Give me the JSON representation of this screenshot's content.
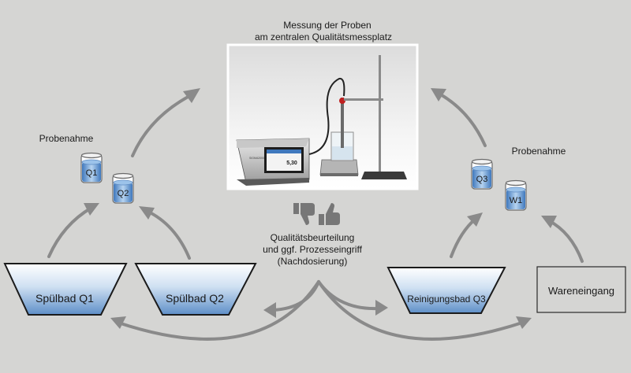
{
  "measurement": {
    "title_line1": "Messung der Proben",
    "title_line2": "am zentralen Qualitätsmessplatz",
    "device_brand": "SIGMA2000",
    "device_display_value": "5,30"
  },
  "sampling_left": {
    "label": "Probenahme",
    "samples": [
      "Q1",
      "Q2"
    ]
  },
  "sampling_right": {
    "label": "Probenahme",
    "samples": [
      "Q3",
      "W1"
    ]
  },
  "assessment": {
    "line1": "Qualitätsbeurteilung",
    "line2": "und ggf. Prozesseingriff",
    "line3": "(Nachdosierung)",
    "icons": [
      "thumbs-down-icon",
      "thumbs-up-icon"
    ]
  },
  "stations": {
    "rinse1": "Spülbad Q1",
    "rinse2": "Spülbad Q2",
    "cleaning": "Reinigungsbad Q3",
    "incoming": "Wareneingang"
  },
  "colors": {
    "background": "#d5d5d3",
    "arrow": "#8a8a8a",
    "liquid": "#5e8fc8"
  }
}
